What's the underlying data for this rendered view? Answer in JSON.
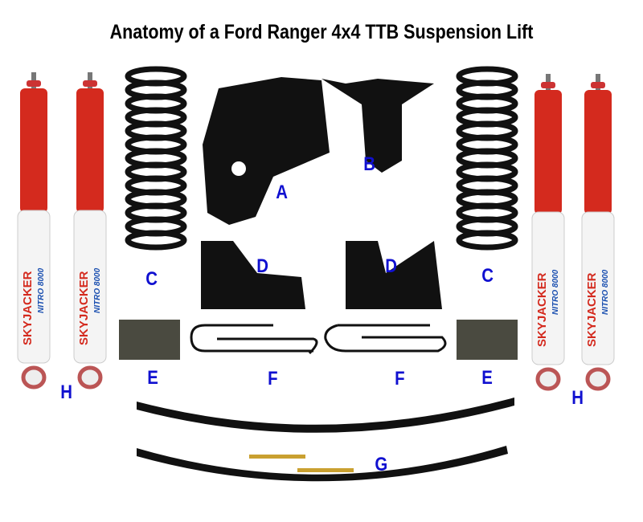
{
  "title": "Anatomy of a Ford Ranger 4x4 TTB Suspension Lift",
  "labels": {
    "a": "A",
    "b": "B",
    "c1": "C",
    "c2": "C",
    "d1": "D",
    "d2": "D",
    "e1": "E",
    "e2": "E",
    "f1": "F",
    "f2": "F",
    "g": "G",
    "h1": "H",
    "h2": "H"
  },
  "shock_branding": {
    "brand": "SKYJACKER",
    "model": "NITRO 8000"
  },
  "colors": {
    "label": "#1010d0",
    "boot": "#d42a1e",
    "shock_body": "#f4f4f4",
    "steel": "#111111",
    "block": "#4a4a40"
  }
}
